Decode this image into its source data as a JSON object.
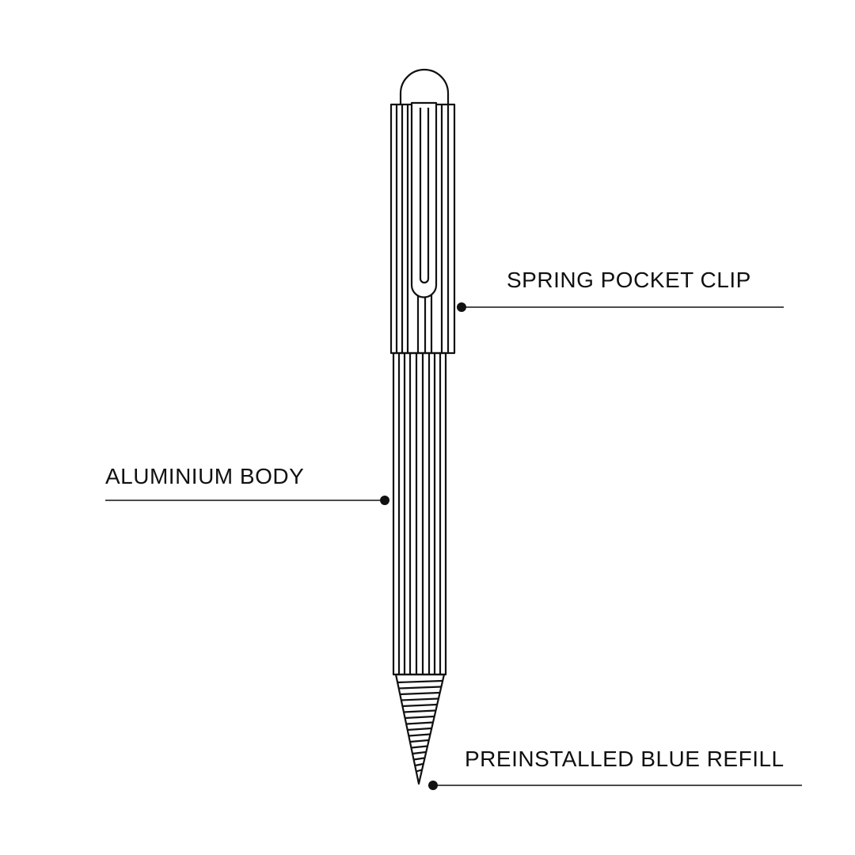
{
  "callouts": {
    "clip": "SPRING POCKET CLIP",
    "body": "ALUMINIUM BODY",
    "refill": "PREINSTALLED BLUE REFILL"
  },
  "colors": {
    "ink": "#111111",
    "background": "#ffffff"
  }
}
